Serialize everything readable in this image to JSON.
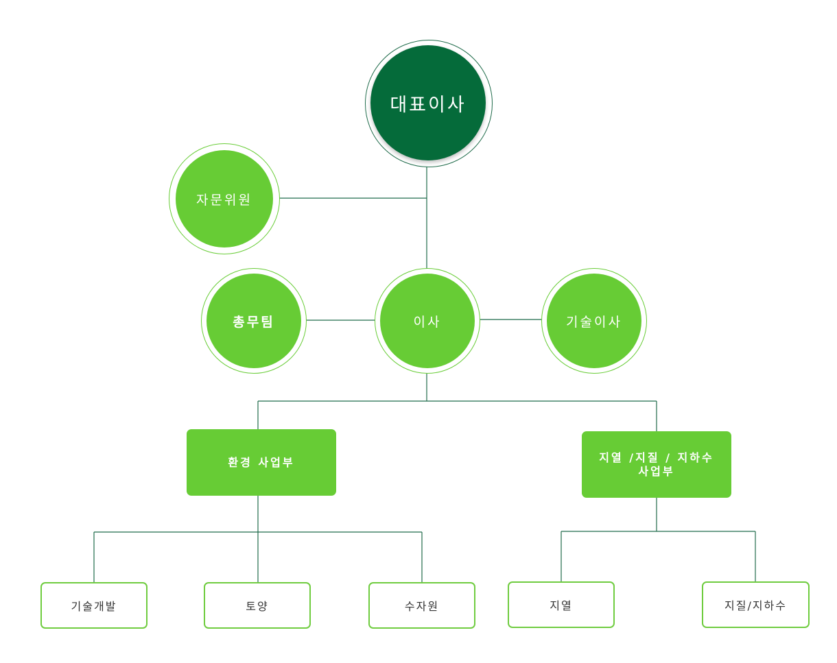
{
  "colors": {
    "ceo": "#056b3a",
    "node": "#67cc35",
    "line": "#1f6b4a",
    "leaf_border": "#6fcc3f"
  },
  "nodes": {
    "ceo": "대표이사",
    "advisor": "자문위원",
    "general_affairs": "총무팀",
    "director": "이사",
    "technical_director": "기술이사"
  },
  "divisions": {
    "environment": "환경 사업부",
    "geothermal_line1": "지열 /지질 / 지하수",
    "geothermal_line2": "사업부"
  },
  "teams": {
    "tech_dev": "기술개발",
    "soil": "토양",
    "water": "수자원",
    "geothermal": "지열",
    "geology_groundwater": "지질/지하수"
  }
}
